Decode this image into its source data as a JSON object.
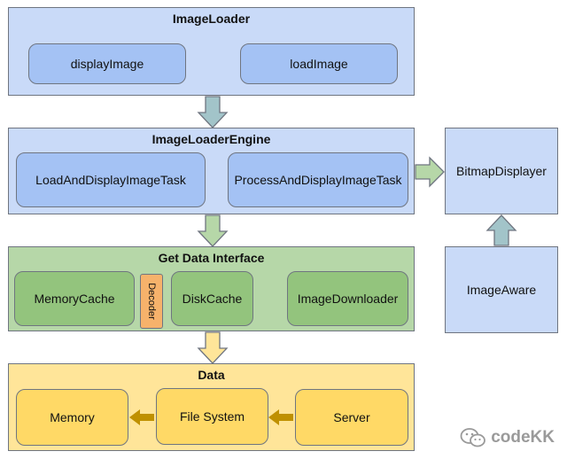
{
  "layers": {
    "imageloader": {
      "title": "ImageLoader",
      "components": [
        "displayImage",
        "loadImage"
      ]
    },
    "engine": {
      "title": "ImageLoaderEngine",
      "components": [
        "LoadAndDisplayImageTask",
        "ProcessAndDisplayImageTask"
      ]
    },
    "get_data": {
      "title": "Get Data Interface",
      "components": [
        "MemoryCache",
        "DiskCache",
        "ImageDownloader"
      ],
      "decoder": "Decoder"
    },
    "data": {
      "title": "Data",
      "components": [
        "Memory",
        "File System",
        "Server"
      ]
    }
  },
  "side": {
    "bitmap_displayer": "BitmapDisplayer",
    "image_aware": "ImageAware"
  },
  "watermark": "codeKK",
  "colors": {
    "blue_layer": "#c9daf8",
    "blue_box": "#a4c2f4",
    "green_layer": "#b6d7a8",
    "green_box": "#93c47d",
    "yellow_layer": "#ffe599",
    "yellow_box": "#ffd966",
    "decoder": "#f6b26b",
    "arrow_blue": "#a2c4c9",
    "arrow_green": "#b6d7a8",
    "arrow_yellow": "#ffe599",
    "arrow_dark_yellow": "#bf9000"
  }
}
